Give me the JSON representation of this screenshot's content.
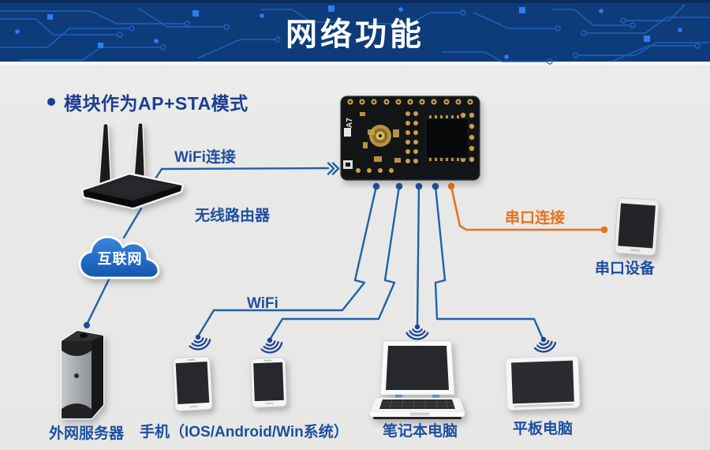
{
  "title": {
    "text": "网络功能"
  },
  "heading": {
    "text": "模块作为AP+STA模式"
  },
  "labels": {
    "wifi_connect": "WiFi连接",
    "wireless_router": "无线路由器",
    "internet": "互联网",
    "wifi": "WiFi",
    "serial_connect": "串口连接",
    "serial_device": "串口设备",
    "external_server": "外网服务器",
    "phones": "手机（IOS/Android/Win系统）",
    "laptop": "笔记本电脑",
    "tablet": "平板电脑"
  },
  "module": {
    "silkscreen": "A7"
  },
  "colors": {
    "header_bg": "#0e3c7a",
    "circuit_trace": "#2365c8",
    "circuit_node": "#2f7cf0",
    "body_bg": "#e9e9e7",
    "heading_blue": "#1c3e90",
    "label_blue": "#1e4f9f",
    "line_blue": "#2160a6",
    "serial_orange": "#e8711f",
    "cloud_blue": "#1f64c4",
    "title_color": "#ffffff"
  },
  "connections": [
    {
      "from": "无线路由器",
      "to": "module",
      "label": "WiFi连接",
      "type": "wifi"
    },
    {
      "from": "module",
      "to": "手机（IOS/Android/Win系统）",
      "label": "WiFi",
      "type": "wifi"
    },
    {
      "from": "module",
      "to": "笔记本电脑",
      "label": "WiFi",
      "type": "wifi"
    },
    {
      "from": "module",
      "to": "平板电脑",
      "label": "WiFi",
      "type": "wifi"
    },
    {
      "from": "module",
      "to": "串口设备",
      "label": "串口连接",
      "type": "serial"
    },
    {
      "from": "无线路由器",
      "to": "互联网",
      "type": "network"
    },
    {
      "from": "互联网",
      "to": "外网服务器",
      "type": "network"
    }
  ]
}
